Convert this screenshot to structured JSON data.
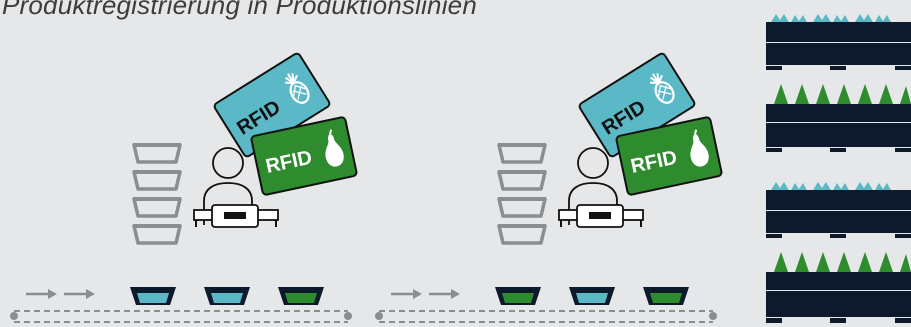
{
  "title": "Produktregistrierung in Produktionslinien",
  "tag_label": "RFID",
  "colors": {
    "background": "#e6e7e8",
    "dark_navy": "#0d1a2c",
    "tag_teal": "#5bb8c6",
    "tag_green": "#2e8b2e",
    "tray_teal": "#5bb8c6",
    "tray_green": "#2e8b2e",
    "outline_gray": "#8a8d91",
    "line_gray": "#8a8d91"
  },
  "stations": [
    {
      "tray_fills": [
        "teal",
        "teal",
        "green"
      ]
    },
    {
      "tray_fills": [
        "green",
        "teal",
        "green"
      ]
    }
  ],
  "shelves": [
    {
      "produce": "pineapple-icon"
    },
    {
      "produce": "pear-icon"
    },
    {
      "produce": "pineapple-icon"
    },
    {
      "produce": "pear-icon"
    }
  ]
}
